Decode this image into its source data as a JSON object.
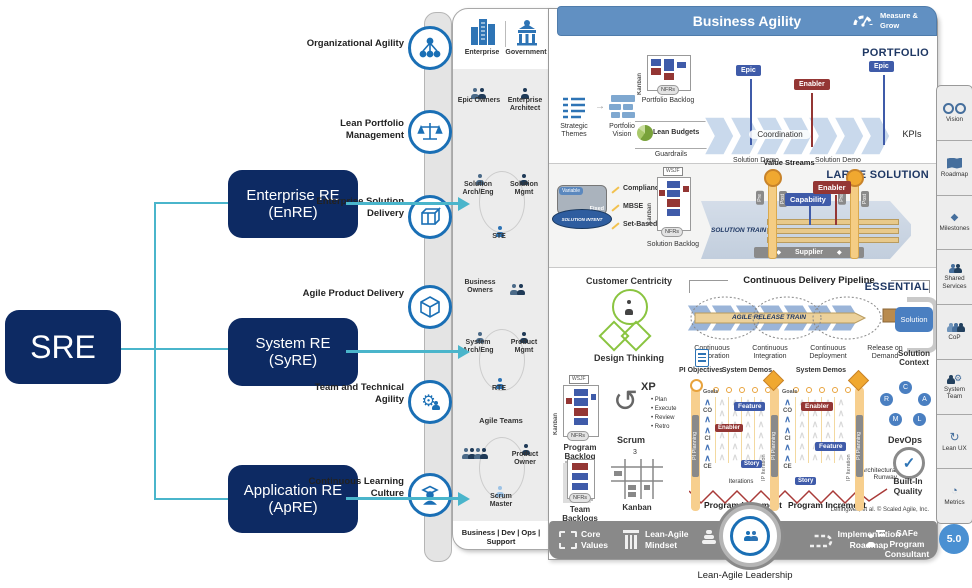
{
  "lf": {
    "root": "SRE",
    "b1": "Enterprise RE (EnRE)",
    "b2": "System RE (SyRE)",
    "b3": "Application RE (ApRE)"
  },
  "comp": {
    "c1": "Organizational Agility",
    "c2": "Lean Portfolio Management",
    "c3": "Enterprise Solution Delivery",
    "c4": "Agile Product Delivery",
    "c5": "Team and Technical Agility",
    "c6": "Continuous Learning Culture"
  },
  "roles": {
    "enterprise": "Enterprise",
    "government": "Government",
    "epic_owners": "Epic Owners",
    "ent_arch": "Enterprise Architect",
    "sol_arch": "Solution Arch/Eng",
    "sol_mgmt": "Solution Mgmt",
    "ste": "STE",
    "biz_owners": "Business Owners",
    "sys_arch": "System Arch/Eng",
    "prod_mgmt": "Product Mgmt",
    "rte": "RTE",
    "agile_teams": "Agile Teams",
    "prod_owner": "Product Owner",
    "scrum_master": "Scrum Master",
    "footer": "Business | Dev | Ops | Support"
  },
  "hdr": {
    "title": "Business Agility",
    "measure": "Measure & Grow"
  },
  "pf": {
    "label": "PORTFOLIO",
    "kanban": "Kanban",
    "nfrs": "NFRs",
    "backlog": "Portfolio Backlog",
    "themes": "Strategic Themes",
    "vision": "Portfolio Vision",
    "budgets": "Lean Budgets",
    "guardrails": "Guardrails",
    "epic1": "Epic",
    "enabler": "Enabler",
    "epic2": "Epic",
    "coordination": "Coordination",
    "streams": "Value Streams",
    "kpis": "KPIs"
  },
  "ls": {
    "label": "LARGE SOLUTION",
    "variable": "Variable",
    "fixed": "Fixed",
    "intent": "SOLUTION INTENT",
    "b1": "Compliance",
    "b2": "MBSE",
    "b3": "Set-Based",
    "kanban": "Kanban",
    "wsjf": "WSJF",
    "nfrs": "NFRs",
    "backlog": "Solution Backlog",
    "demo": "Solution Demo",
    "pre": "Pre",
    "post": "Post",
    "capability": "Capability",
    "enabler": "Enabler",
    "train": "SOLUTION TRAIN",
    "supplier": "Supplier"
  },
  "es": {
    "label": "ESSENTIAL",
    "cc": "Customer Centricity",
    "dt": "Design Thinking",
    "cdp": "Continuous Delivery Pipeline",
    "art": "AGILE RELEASE TRAIN",
    "s1": "Continuous Exploration",
    "s2": "Continuous Integration",
    "s3": "Continuous Deployment",
    "s4": "Release on Demand",
    "solution": "Solution",
    "context": "Solution Context",
    "kanban": "Kanban",
    "wsjf": "WSJF",
    "nfrs": "NFRs",
    "pbacklog": "Program Backlog",
    "tbacklogs": "Team Backlogs",
    "scrum": "Scrum",
    "xp": "XP",
    "sb1": "• Plan",
    "sb2": "• Execute",
    "sb3": "• Review",
    "sb4": "• Retro",
    "kanban2": "Kanban",
    "three": "3",
    "piobj": "PI Objectives",
    "sysdemos": "System Demos",
    "piplan": "PI Planning",
    "goals": "Goals",
    "co": "CO",
    "ci": "CI",
    "ce": "CE",
    "feature": "Feature",
    "enabler": "Enabler",
    "story": "Story",
    "ip": "IP Iteration",
    "iterations": "Iterations",
    "pi": "Program Increment",
    "devops": "DevOps",
    "c": "C",
    "a": "A",
    "l": "L",
    "m": "M",
    "r": "R",
    "runway": "Architectural Runway",
    "biq": "Built-In Quality"
  },
  "side": {
    "s1": "Vision",
    "s2": "Roadmap",
    "s3": "Milestones",
    "s4": "Shared Services",
    "s5": "CoP",
    "s6": "System Team",
    "s7": "Lean UX",
    "s8": "Metrics"
  },
  "bb": {
    "i1": "Core Values",
    "i2": "Lean-Agile Mindset",
    "i3": "SAFe Principles",
    "i4": "Implementation Roadmap",
    "i5": "SAFe Program Consultant",
    "ver": "5.0",
    "lead": "Lean-Agile Leadership"
  },
  "credit": "Leffingwell, et al. © Scaled Agile, Inc."
}
